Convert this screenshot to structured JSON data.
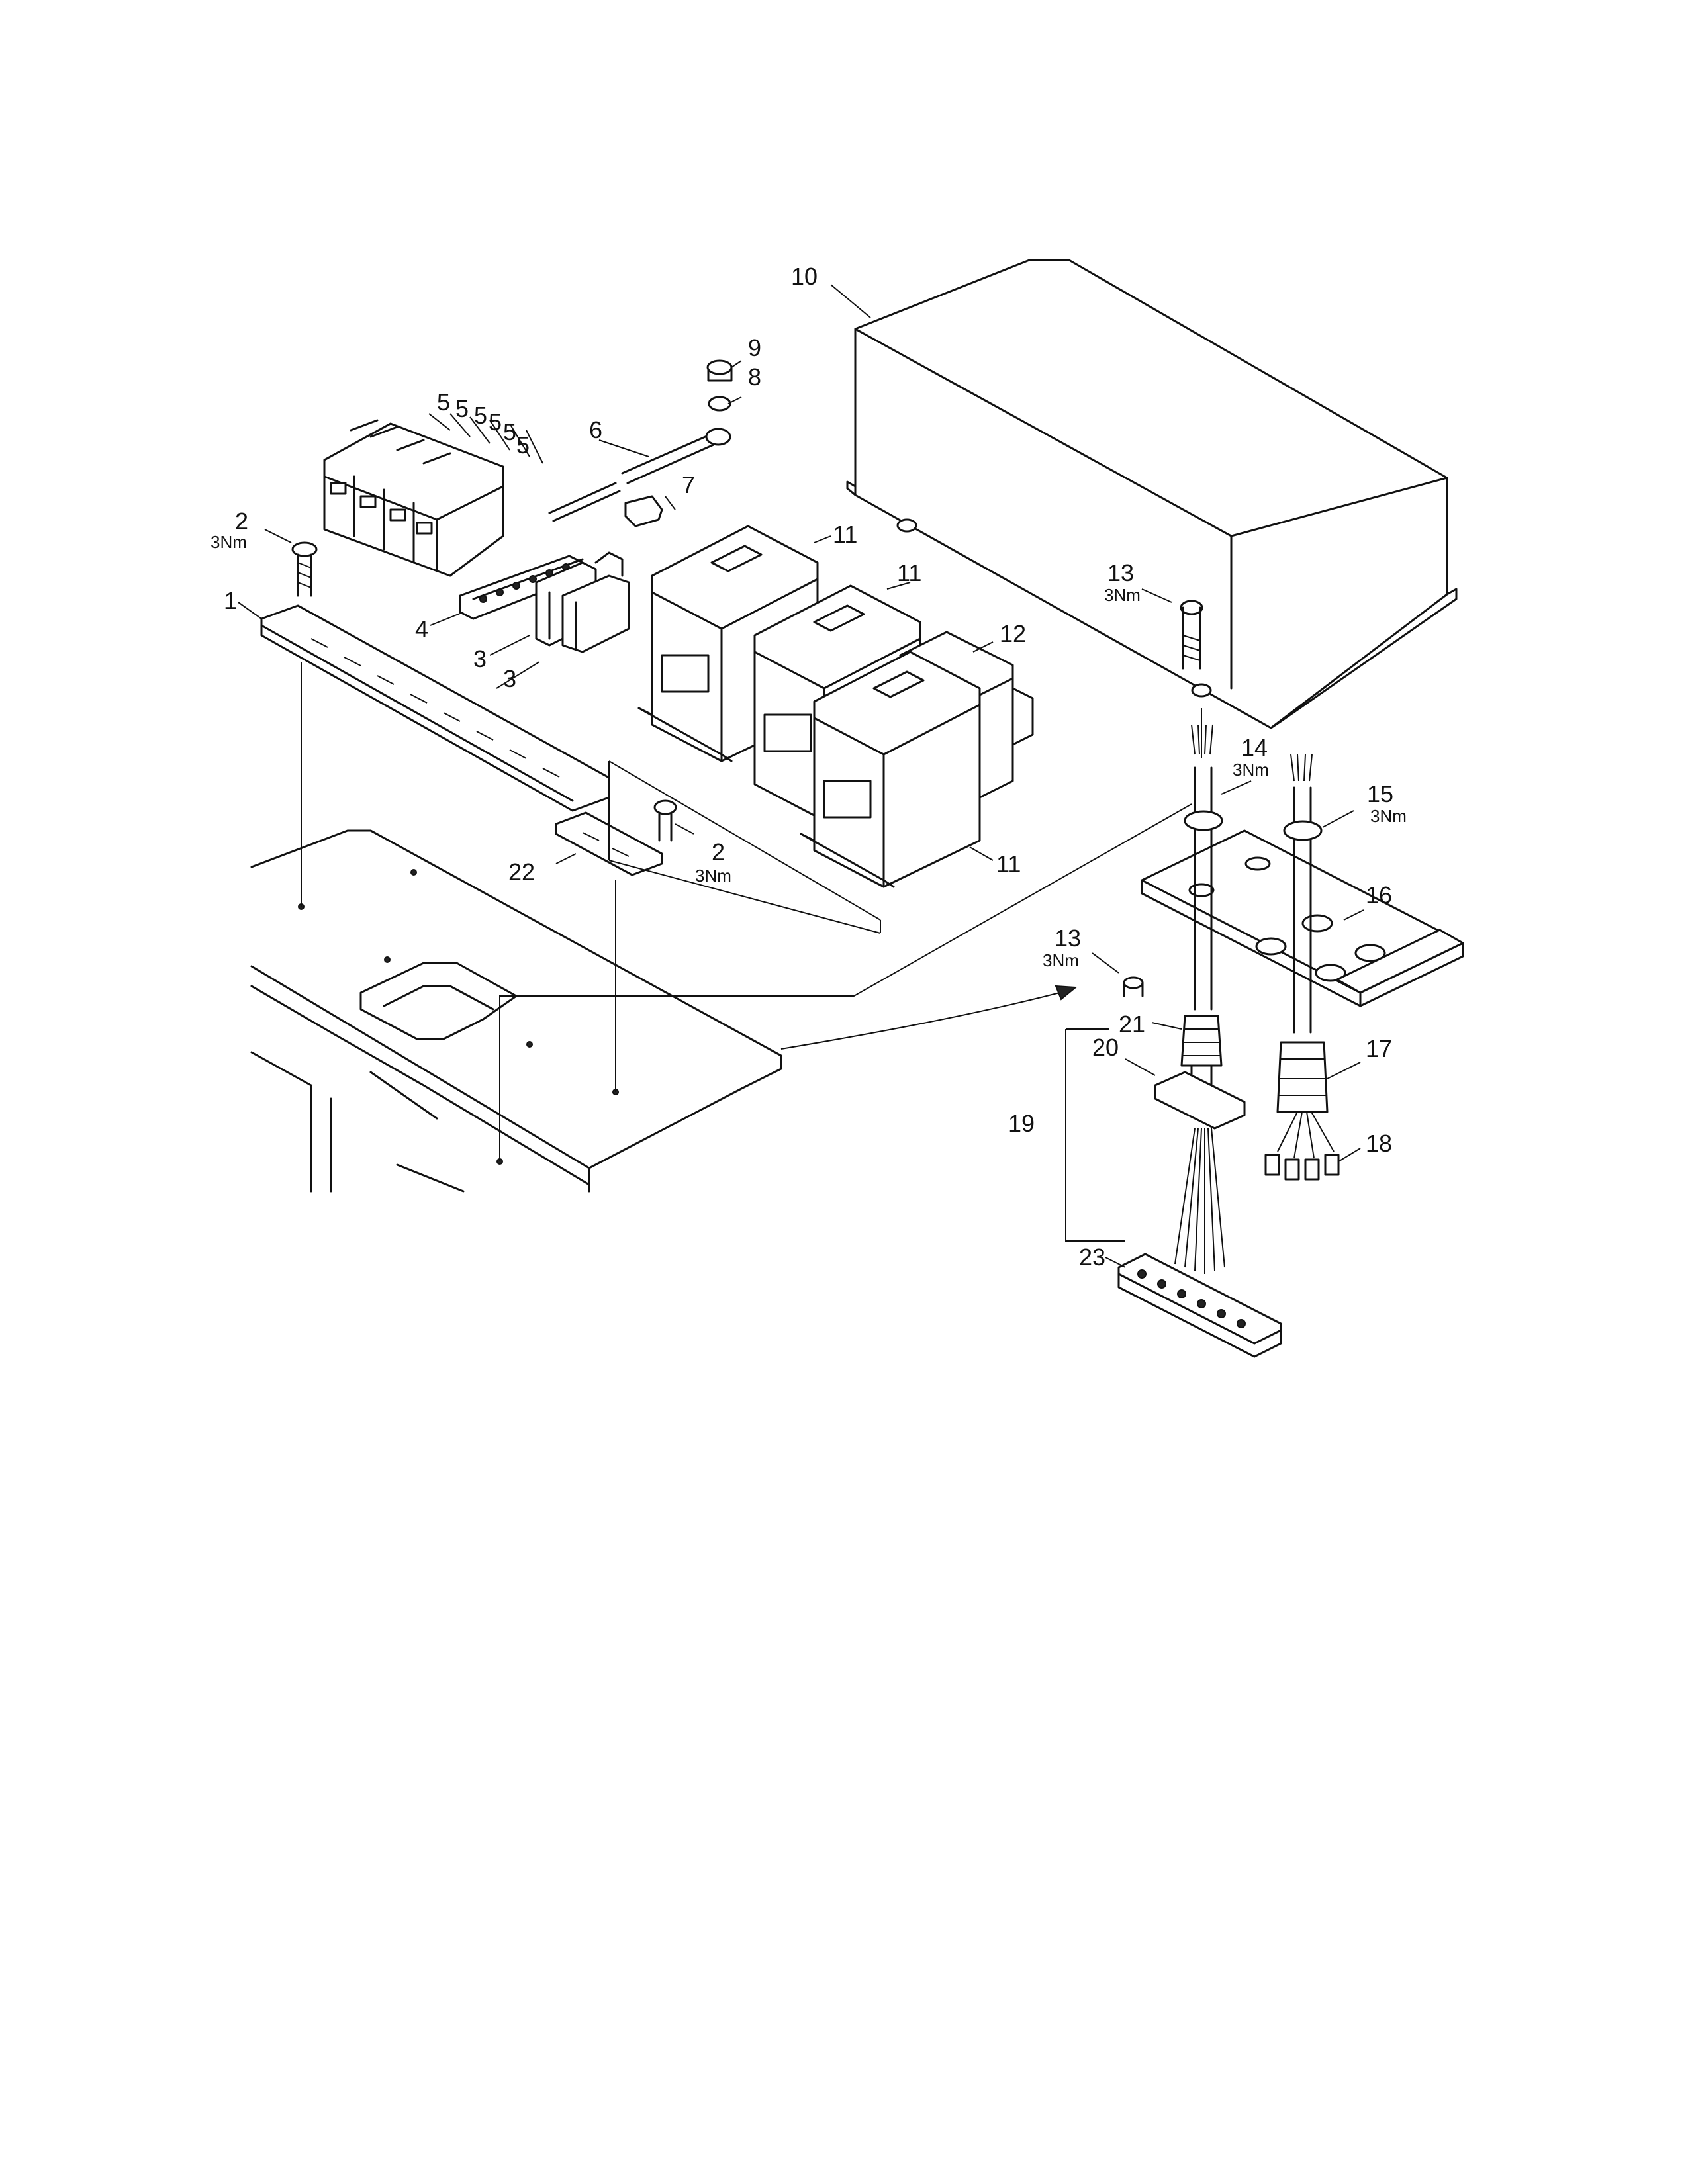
{
  "callouts": {
    "c1": "1",
    "c2a": "2",
    "c2a_torque": "3Nm",
    "c2b": "2",
    "c2b_torque": "3Nm",
    "c3a": "3",
    "c3b": "3",
    "c4": "4",
    "c5a": "5",
    "c5b": "5",
    "c5c": "5",
    "c5d": "5",
    "c5e": "5",
    "c5f": "5",
    "c6": "6",
    "c7": "7",
    "c8": "8",
    "c9": "9",
    "c10": "10",
    "c11a": "11",
    "c11b": "11",
    "c11c": "11",
    "c12": "12",
    "c13a": "13",
    "c13a_torque": "3Nm",
    "c13b": "13",
    "c13b_torque": "3Nm",
    "c14": "14",
    "c14_torque": "3Nm",
    "c15": "15",
    "c15_torque": "3Nm",
    "c16": "16",
    "c17": "17",
    "c18": "18",
    "c19": "19",
    "c20": "20",
    "c21": "21",
    "c22": "22",
    "c23": "23"
  }
}
